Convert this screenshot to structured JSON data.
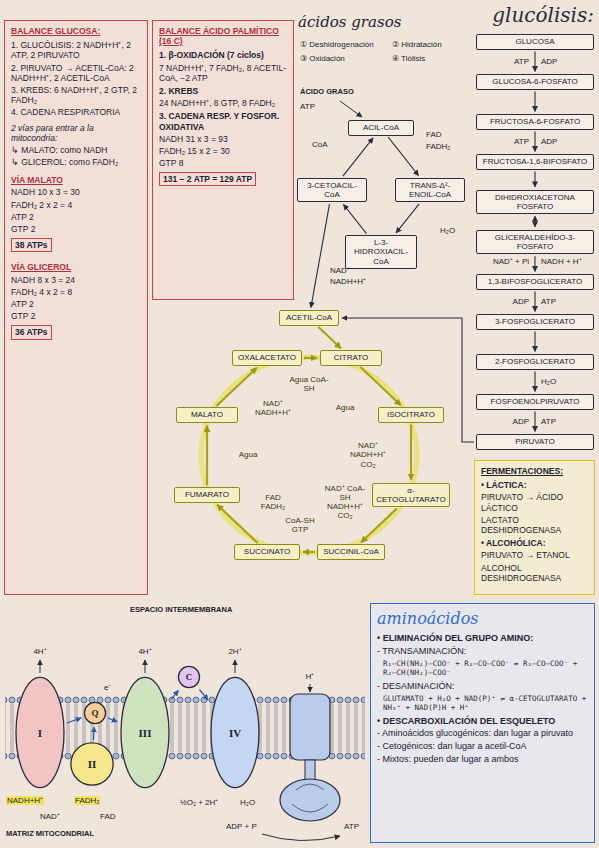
{
  "diagram": {
    "title": "glucólisis:",
    "nodes": [
      {
        "text": [
          "BALANCE GLUCOSA:",
          "1. GLUCÓLISIS: 2 NADH+H⁺, 2 ATP, 2 PIRUVATO",
          "2. PIRUVATO → ACETIL-CoA: 2 NADH+H⁺, 2 ACETIL-CoA",
          "3. KREBS: 6 NADH+H⁺, 2 GTP, 2 FADH₂",
          "4. CADENA RESPIRATORIA",
          "2 vías para entrar a la mitocondria:",
          "↳ MALATO: como NADH",
          "↳ GLICEROL: como FADH₂",
          "VÍA MALATO",
          "NADH 10 x 3 = 30",
          "FADH₂ 2 x 2 = 4",
          "ATP 2",
          "GTP 2",
          "38 ATPs",
          "VÍA GLICEROL",
          "NADH 8 x 3 = 24",
          "FADH₂ 4 x 2 = 8",
          "ATP 2",
          "GTP 2",
          "36 ATPs"
        ]
      },
      {
        "text": [
          "BALANCE ÁCIDO PALMÍTICO (16 C)",
          "1. β-OXIDACIÓN (7 ciclos)",
          "7 NADH+H⁺, 7 FADH₂, 8 ACETIL-CoA, −2 ATP",
          "2. KREBS",
          "24 NADH+H⁺, 8 GTP, 8 FADH₂",
          "3. CADENA RESP. Y FOSFOR. OXIDATIVA",
          "NADH 31 x 3 = 93",
          "FADH₂ 15 x 2 = 30",
          "GTP 8",
          "131 − 2 ATP = 129 ATP"
        ]
      },
      {
        "text": [
          "ACIL-CoA"
        ]
      },
      {
        "text": [
          "TRANS-Δ²-ENOIL-CoA"
        ]
      },
      {
        "text": [
          "L-3-HIDROXIACIL-CoA"
        ]
      },
      {
        "text": [
          "3-CETOACIL-CoA"
        ]
      },
      {
        "text": [
          "GLUCOSA"
        ]
      },
      {
        "text": [
          "GLUCOSA-6-FOSFATO"
        ]
      },
      {
        "text": [
          "FRUCTOSA-6-FOSFATO"
        ]
      },
      {
        "text": [
          "FRUCTOSA-1,6-BIFOSFATO"
        ]
      },
      {
        "text": [
          "DIHIDROXIACETONA FOSFATO"
        ]
      },
      {
        "text": [
          "GLICERALDEHÍDO-3-FOSFATO"
        ]
      },
      {
        "text": [
          "1,3-BIFOSFOGLICERATO"
        ]
      },
      {
        "text": [
          "3-FOSFOGLICERATO"
        ]
      },
      {
        "text": [
          "2-FOSFOGLICERATO"
        ]
      },
      {
        "text": [
          "FOSFOENOLPIRUVATO"
        ]
      },
      {
        "text": [
          "PIRUVATO"
        ]
      },
      {
        "text": [
          "ACETIL-CoA"
        ]
      },
      {
        "text": [
          "CITRATO"
        ]
      },
      {
        "text": [
          "ISOCITRATO"
        ]
      },
      {
        "text": [
          "α-CETOGLUTARATO"
        ]
      },
      {
        "text": [
          "SUCCINIL-CoA"
        ]
      },
      {
        "text": [
          "SUCCINATO"
        ]
      },
      {
        "text": [
          "FUMARATO"
        ]
      },
      {
        "text": [
          "MALATO"
        ]
      },
      {
        "text": [
          "OXALACETATO"
        ]
      },
      {
        "text": [
          "FERMENTACIONES:",
          "• LÁCTICA:",
          "PIRUVATO → ÁCIDO LÁCTICO",
          "LACTATO DESHIDROGENASA",
          "• ALCOHÓLICA:",
          "PIRUVATO → ETANOL",
          "ALCOHOL DESHIDROGENASA"
        ]
      },
      {
        "text": [
          "I"
        ]
      },
      {
        "text": [
          "Q"
        ]
      },
      {
        "text": [
          "II"
        ]
      },
      {
        "text": [
          "III"
        ]
      },
      {
        "text": [
          "C"
        ]
      },
      {
        "text": [
          "IV"
        ]
      },
      {
        "text": [
          "aminoácidos",
          "• ELIMINACIÓN DEL GRUPO AMINO:",
          "- TRANSAMINACIÓN:",
          "R₁–CH(NH₂)–COO⁻ + R₂–CO–COO⁻ ⇌ R₁–CO–COO⁻ + R₂–CH(NH₂)–COO⁻",
          "- DESAMINACIÓN:",
          "GLUTAMATO + H₂O + NAD(P)⁺ ⇌ α-CETOGLUTARATO + NH₄⁺ + NAD(P)H + H⁺",
          "• DESCARBOXILACIÓN DEL ESQUELETO",
          "- Aminoácidos glucogénicos: dan lugar a piruvato",
          "- Cetogénicos: dan lugar a acetil-CoA",
          "- Mixtos: pueden dar lugar a ambos"
        ]
      }
    ],
    "edges": [
      {
        "from": 2,
        "to": 3,
        "arrow": "to"
      },
      {
        "from": 3,
        "to": 4,
        "arrow": "to"
      },
      {
        "from": 4,
        "to": 5,
        "arrow": "to"
      },
      {
        "from": 5,
        "to": 2,
        "arrow": "to"
      },
      {
        "from": 5,
        "to": 17,
        "arrow": "to"
      },
      {
        "from": 6,
        "to": 7,
        "arrow": "to"
      },
      {
        "from": 7,
        "to": 8,
        "arrow": "to"
      },
      {
        "from": 8,
        "to": 9,
        "arrow": "to"
      },
      {
        "from": 9,
        "to": 10,
        "arrow": "to"
      },
      {
        "from": 10,
        "to": 11,
        "arrow": "both"
      },
      {
        "from": 11,
        "to": 12,
        "arrow": "to"
      },
      {
        "from": 12,
        "to": 13,
        "arrow": "to"
      },
      {
        "from": 13,
        "to": 14,
        "arrow": "to"
      },
      {
        "from": 14,
        "to": 15,
        "arrow": "to"
      },
      {
        "from": 15,
        "to": 16,
        "arrow": "to"
      },
      {
        "from": 16,
        "to": 17,
        "arrow": "to"
      },
      {
        "from": 17,
        "to": 18,
        "arrow": "to"
      },
      {
        "from": 25,
        "to": 18,
        "arrow": "to"
      },
      {
        "from": 18,
        "to": 19,
        "arrow": "to"
      },
      {
        "from": 19,
        "to": 20,
        "arrow": "to"
      },
      {
        "from": 20,
        "to": 21,
        "arrow": "to"
      },
      {
        "from": 21,
        "to": 22,
        "arrow": "to"
      },
      {
        "from": 22,
        "to": 23,
        "arrow": "to"
      },
      {
        "from": 23,
        "to": 24,
        "arrow": "to"
      },
      {
        "from": 24,
        "to": 25,
        "arrow": "to"
      },
      {
        "from": 27,
        "to": 28,
        "arrow": "to"
      },
      {
        "from": 29,
        "to": 28,
        "arrow": "to"
      },
      {
        "from": 28,
        "to": 30,
        "arrow": "to"
      },
      {
        "from": 30,
        "to": 31,
        "arrow": "to"
      },
      {
        "from": 31,
        "to": 32,
        "arrow": "to"
      }
    ],
    "labels": [
      "ácidos grasos",
      "① Deshidrogenación",
      "② Hidratación",
      "③ Oxidación",
      "④ Tiólisis",
      "ÁCIDO GRASO",
      "ATP",
      "FAD",
      "FADH₂",
      "H₂O",
      "NAD⁺",
      "NADH+H⁺",
      "CoA",
      "ATP",
      "ADP",
      "ATP",
      "ADP",
      "NAD⁺ + Pi",
      "NADH + H⁺",
      "ADP",
      "ATP",
      "H₂O",
      "ADP",
      "ATP",
      "Agua CoA-SH",
      "Agua",
      "NAD⁺ NADH+H⁺ CO₂",
      "NAD⁺ CoA-SH NADH+H⁺ CO₂",
      "CoA-SH GTP",
      "FAD FADH₂",
      "Agua",
      "NAD⁺ NADH+H⁺",
      "ESPACIO INTERMEMBRANA",
      "4H⁺",
      "4H⁺",
      "2H⁺",
      "H⁺",
      "e⁻",
      "NADH+H⁺",
      "NAD⁺",
      "FADH₂",
      "FAD",
      "½O₂ + 2H⁺",
      "H₂O",
      "ADP + P",
      "ATP",
      "MATRIZ MITOCONDRIAL"
    ]
  }
}
